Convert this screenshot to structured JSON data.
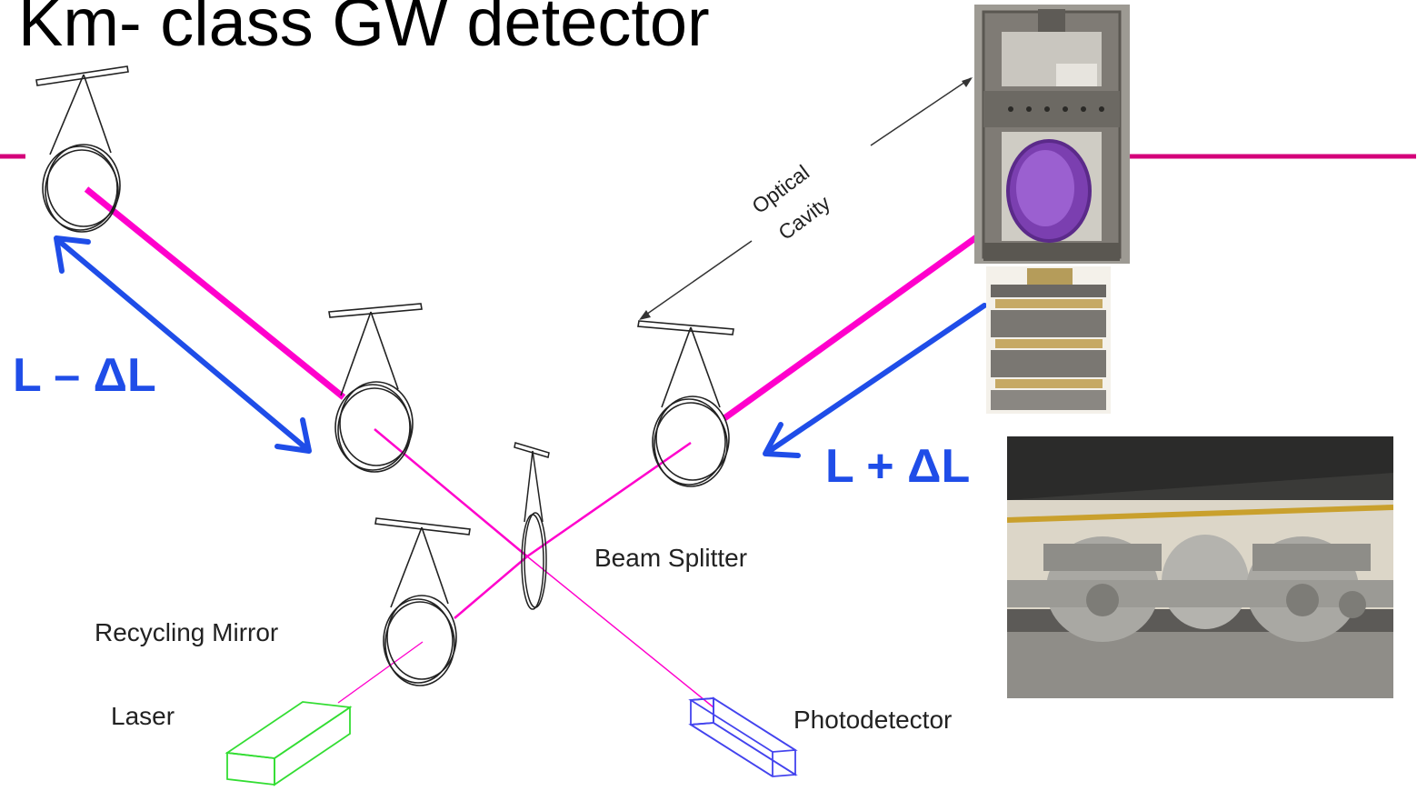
{
  "slide": {
    "title": "Km- class GW detector"
  },
  "labels": {
    "optical_cavity_line1": "Optical",
    "optical_cavity_line2": "Cavity",
    "beam_splitter": "Beam Splitter",
    "recycling_mirror": "Recycling Mirror",
    "laser": "Laser",
    "photodetector": "Photodetector",
    "arm_left": "L – ΔL",
    "arm_right": "L + ΔL"
  },
  "colors": {
    "beam": "#ff00cc",
    "arm_arrow": "#1f4de8",
    "laser_box": "#33dd33",
    "photodetector_box": "#4444ee",
    "rule": "#d4007a"
  },
  "photos": {
    "cavity": "optical-cavity-photo",
    "isolation": "seismic-isolation-stack-photo",
    "hall": "vacuum-chambers-hall-photo"
  }
}
